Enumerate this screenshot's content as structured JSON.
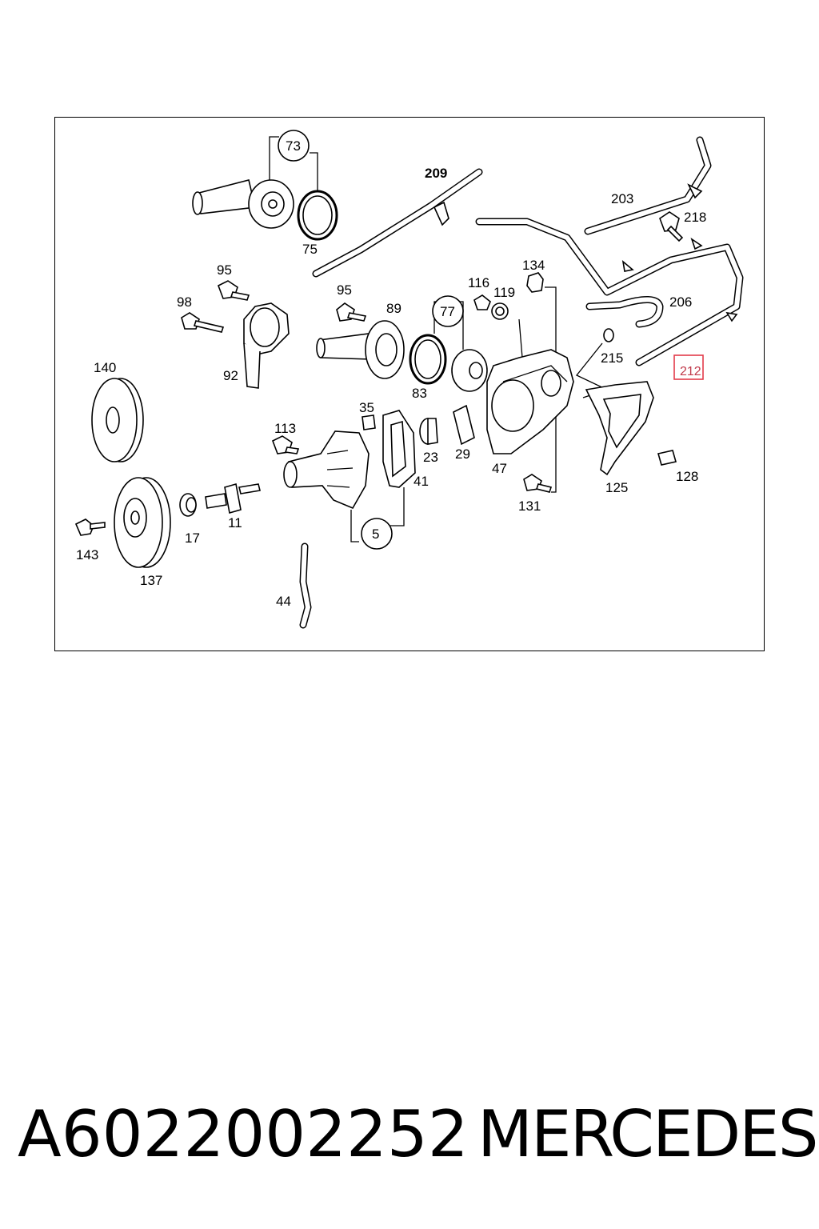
{
  "callouts": {
    "c73": "73",
    "c75": "75",
    "c209": "209",
    "c203": "203",
    "c218": "218",
    "c95a": "95",
    "c98": "98",
    "c92": "92",
    "c95b": "95",
    "c89": "89",
    "c77": "77",
    "c83": "83",
    "c116": "116",
    "c119": "119",
    "c134": "134",
    "c206": "206",
    "c215": "215",
    "c212": "212",
    "c140": "140",
    "c113": "113",
    "c35": "35",
    "c23": "23",
    "c29": "29",
    "c47": "47",
    "c41": "41",
    "c125": "125",
    "c128": "128",
    "c131": "131",
    "c5": "5",
    "c11": "11",
    "c17": "17",
    "c143": "143",
    "c137": "137",
    "c44": "44"
  },
  "highlight": {
    "color": "#e23b4a",
    "label": "212"
  },
  "caption": {
    "part_number": "A6022002252",
    "brand": "MERCEDES"
  }
}
